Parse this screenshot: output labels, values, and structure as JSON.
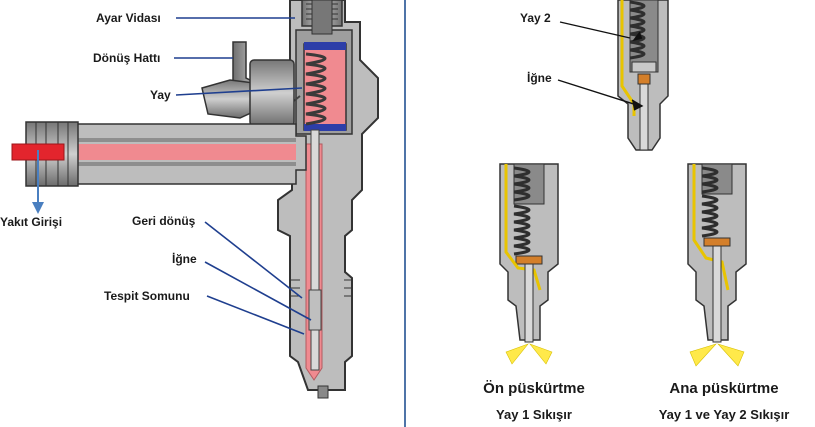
{
  "colors": {
    "divider": "#4f74a8",
    "leader": "#1f3f8f",
    "fuel": "#f08a90",
    "fuel_inlet": "#e3252d",
    "body": "#8c8c8c",
    "body_dark": "#444444",
    "spring": "#3a3a3a",
    "fuel_line_small": "#e8c400",
    "spray": "#ffe94a"
  },
  "left": {
    "labels": {
      "adjust_screw": "Ayar Vidası",
      "return_line": "Dönüş Hattı",
      "spring": "Yay",
      "fuel_inlet": "Yakıt Girişi",
      "return_flow": "Geri dönüş",
      "needle": "İğne",
      "nozzle_nut": "Tespit Somunu"
    }
  },
  "right": {
    "labels": {
      "spring2": "Yay 2",
      "needle": "İğne"
    },
    "captions": {
      "pre_title": "Ön püskürtme",
      "pre_sub": "Yay 1 Sıkışır",
      "main_title": "Ana püskürtme",
      "main_sub": "Yay 1 ve Yay 2 Sıkışır"
    }
  }
}
